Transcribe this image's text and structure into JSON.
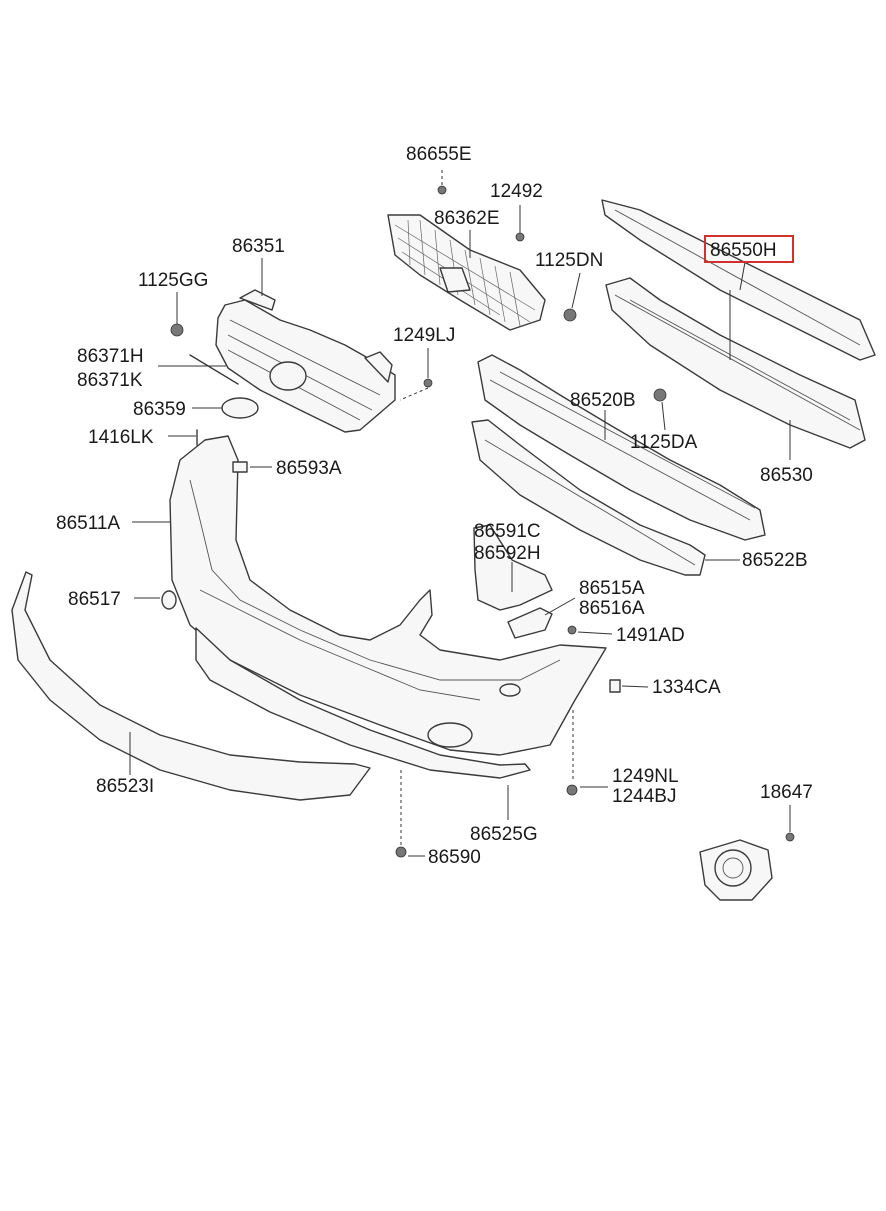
{
  "highlight": {
    "part": "86550H",
    "color": "#d32f2f"
  },
  "labels": {
    "p86655E": "86655E",
    "p12492": "12492",
    "p86362E": "86362E",
    "p86351": "86351",
    "p1125GG": "1125GG",
    "p1125DN": "1125DN",
    "p86550H": "86550H",
    "p1249LJ": "1249LJ",
    "p86371H": "86371H",
    "p86371K": "86371K",
    "p86359": "86359",
    "p86520B": "86520B",
    "p1125DA": "1125DA",
    "p1416LK": "1416LK",
    "p86530": "86530",
    "p86593A": "86593A",
    "p86511A": "86511A",
    "p86591C": "86591C",
    "p86592H": "86592H",
    "p86522B": "86522B",
    "p86517": "86517",
    "p86515A": "86515A",
    "p86516A": "86516A",
    "p1491AD": "1491AD",
    "p1334CA": "1334CA",
    "p1249NL": "1249NL",
    "p1244BJ": "1244BJ",
    "p18647": "18647",
    "p86523I": "86523I",
    "p86525G": "86525G",
    "p86590": "86590"
  }
}
